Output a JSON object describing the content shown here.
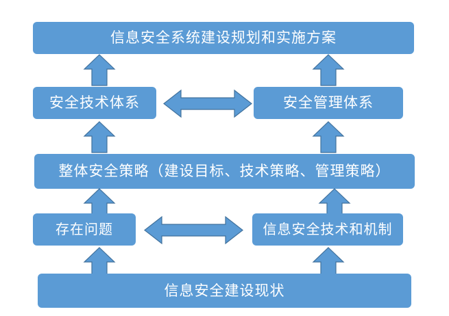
{
  "diagram": {
    "title_box": {
      "label": "信息安全系统建设规划和实施方案"
    },
    "layer2": {
      "left": "安全技术体系",
      "right": "安全管理体系"
    },
    "layer3": {
      "label": "整体安全策略（建设目标、技术策略、管理策略）"
    },
    "layer4": {
      "left": "存在问题",
      "right": "信息安全技术和机制"
    },
    "layer5": {
      "label": "信息安全建设现状"
    },
    "colors": {
      "box_fill": "#5B9BD5",
      "arrow_fill": "#5B9BD5",
      "arrow_stroke": "#41719C",
      "text": "#FFFFFF",
      "background": "#FFFFFF"
    },
    "connectors": {
      "up_arrow_icon": "arrow-up-icon",
      "bidirectional_arrow_icon": "arrow-left-right-icon"
    }
  }
}
